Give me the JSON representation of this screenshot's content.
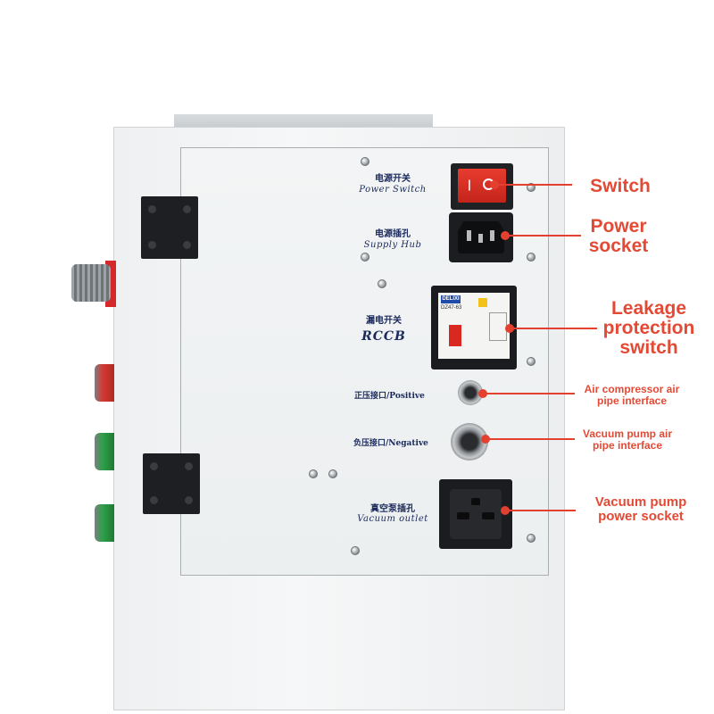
{
  "panel_labels": {
    "power_switch_cn": "电源开关",
    "power_switch_en": "Power Switch",
    "supply_hub_cn": "电源插孔",
    "supply_hub_en": "Supply Hub",
    "rccb_cn": "漏电开关",
    "rccb_en": "RCCB",
    "positive_port": "正压接口/Positive",
    "negative_port": "负压接口/Negative",
    "vacuum_outlet_cn": "真空泵插孔",
    "vacuum_outlet_en": "Vacuum outlet",
    "rccb_model": "DZ47-63",
    "rccb_brand": "DELIXI"
  },
  "callouts": {
    "switch": "Switch",
    "power_socket": "Power socket",
    "leakage": "Leakage protection switch",
    "air_compressor": "Air compressor air pipe interface",
    "vacuum_pipe": "Vacuum pump air pipe interface",
    "vacuum_power": "Vacuum pump power socket"
  },
  "colors": {
    "callout_red": "#e34a35",
    "label_navy": "#1b2a5c",
    "rocker_red": "#d8281f",
    "button_green": "#2fa04a",
    "button_red": "#d33a32"
  }
}
